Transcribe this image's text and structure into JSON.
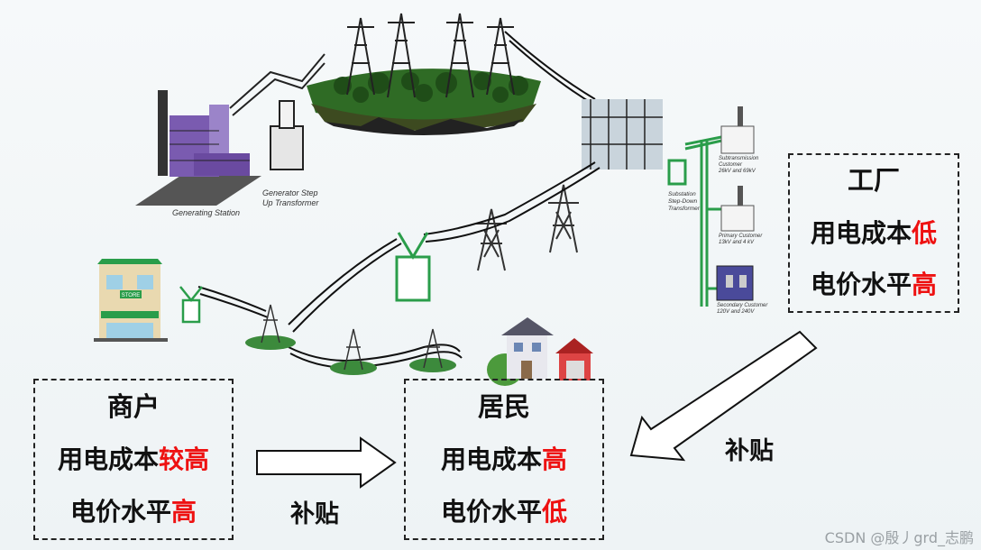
{
  "factory": {
    "title": "工厂",
    "cost_prefix": "用电成本",
    "cost_value": "低",
    "price_prefix": "电价水平",
    "price_value": "高"
  },
  "merchant": {
    "title": "商户",
    "cost_prefix": "用电成本",
    "cost_value": "较高",
    "price_prefix": "电价水平",
    "price_value": "高"
  },
  "resident": {
    "title": "居民",
    "cost_prefix": "用电成本",
    "cost_value": "高",
    "price_prefix": "电价水平",
    "price_value": "低"
  },
  "subsidy_left": "补贴",
  "subsidy_right": "补贴",
  "illustration": {
    "generating_station": "Generating Station",
    "generator_tx_1": "Generator Step",
    "generator_tx_2": "Up Transformer",
    "substation_1": "Substation",
    "substation_2": "Step-Down",
    "substation_3": "Transformer",
    "subtrans_1": "Subtransmission",
    "subtrans_2": "Customer",
    "subtrans_3": "26kV and 69kV",
    "primary_1": "Primary Customer",
    "primary_2": "13kV and 4 kV",
    "secondary_1": "Secondary Customer",
    "secondary_2": "120V and 240V",
    "store_sign": "STORE"
  },
  "watermark": "CSDN @殷丿grd_志鹏",
  "colors": {
    "highlight": "#ee1111",
    "transformer": "#2a9d4a",
    "plant": "#7a5bb0"
  }
}
